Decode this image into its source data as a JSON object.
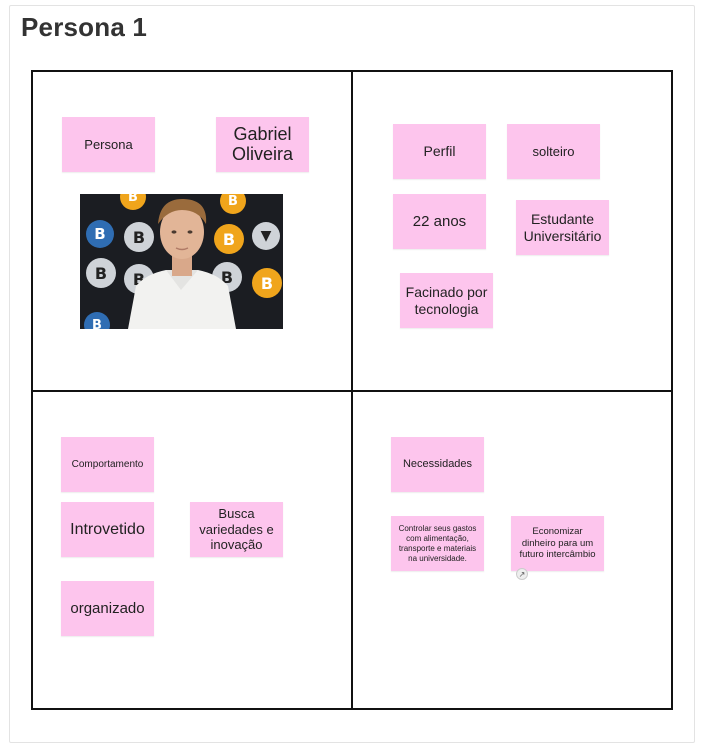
{
  "page": {
    "title": "Persona 1"
  },
  "colors": {
    "sticky_note": "#fdc5ed",
    "grid_line": "#111111",
    "title_text": "#333333",
    "coin_gold": "#f0a51c",
    "coin_blue": "#2f6db3",
    "coin_silver": "#cfd3d8"
  },
  "quadrants": {
    "persona": {
      "header": "Persona",
      "name": "Gabriel Oliveira",
      "photo_icon": "portrait-photo"
    },
    "perfil": {
      "header": "Perfil",
      "notes": [
        "solteiro",
        "22 anos",
        "Estudante Universitário",
        "Facinado por tecnologia"
      ]
    },
    "comportamento": {
      "header": "Comportamento",
      "notes": [
        "Introvetido",
        "Busca variedades e inovação",
        "organizado"
      ]
    },
    "necessidades": {
      "header": "Necessidades",
      "notes": [
        "Controlar seus gastos com alimentação, transporte e materiais na universidade.",
        "Economizar dinheiro para um futuro intercâmbio"
      ],
      "link_icon": "link-icon"
    }
  }
}
